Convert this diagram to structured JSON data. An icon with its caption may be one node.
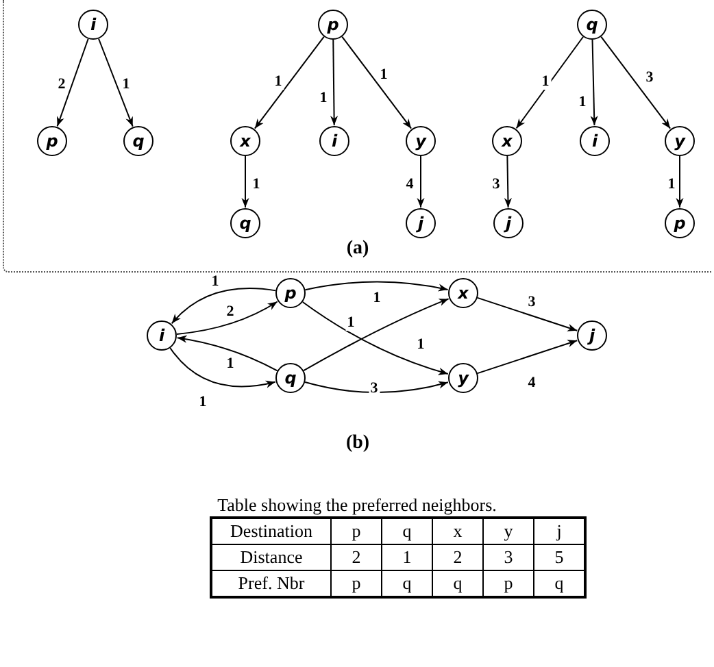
{
  "diagram": {
    "nodes": [
      {
        "text": [
          "i"
        ]
      },
      {
        "text": [
          "p"
        ]
      },
      {
        "text": [
          "q"
        ]
      },
      {
        "text": [
          "p"
        ]
      },
      {
        "text": [
          "x"
        ]
      },
      {
        "text": [
          "i"
        ]
      },
      {
        "text": [
          "y"
        ]
      },
      {
        "text": [
          "q"
        ]
      },
      {
        "text": [
          "j"
        ]
      },
      {
        "text": [
          "q"
        ]
      },
      {
        "text": [
          "x"
        ]
      },
      {
        "text": [
          "i"
        ]
      },
      {
        "text": [
          "y"
        ]
      },
      {
        "text": [
          "j"
        ]
      },
      {
        "text": [
          "p"
        ]
      },
      {
        "text": [
          "i"
        ]
      },
      {
        "text": [
          "p"
        ]
      },
      {
        "text": [
          "q"
        ]
      },
      {
        "text": [
          "x"
        ]
      },
      {
        "text": [
          "y"
        ]
      },
      {
        "text": [
          "j"
        ]
      }
    ],
    "edges": [
      {
        "from": 0,
        "to": 1,
        "arrow": "to",
        "label": "2"
      },
      {
        "from": 0,
        "to": 2,
        "arrow": "to",
        "label": "1"
      },
      {
        "from": 3,
        "to": 4,
        "arrow": "to",
        "label": "1"
      },
      {
        "from": 3,
        "to": 5,
        "arrow": "to",
        "label": "1"
      },
      {
        "from": 3,
        "to": 6,
        "arrow": "to",
        "label": "1"
      },
      {
        "from": 4,
        "to": 7,
        "arrow": "to",
        "label": "1"
      },
      {
        "from": 6,
        "to": 8,
        "arrow": "to",
        "label": "4"
      },
      {
        "from": 9,
        "to": 10,
        "arrow": "to",
        "label": "1"
      },
      {
        "from": 9,
        "to": 11,
        "arrow": "to",
        "label": "1"
      },
      {
        "from": 9,
        "to": 12,
        "arrow": "to",
        "label": "3"
      },
      {
        "from": 10,
        "to": 13,
        "arrow": "to",
        "label": "3"
      },
      {
        "from": 12,
        "to": 14,
        "arrow": "to",
        "label": "1"
      },
      {
        "from": 16,
        "to": 15,
        "arrow": "to",
        "label": "1"
      },
      {
        "from": 15,
        "to": 16,
        "arrow": "to",
        "label": "2"
      },
      {
        "from": 17,
        "to": 15,
        "arrow": "to",
        "label": "1"
      },
      {
        "from": 15,
        "to": 17,
        "arrow": "to",
        "label": "1"
      },
      {
        "from": 16,
        "to": 18,
        "arrow": "to",
        "label": "1"
      },
      {
        "from": 16,
        "to": 19,
        "arrow": "to",
        "label": "1"
      },
      {
        "from": 17,
        "to": 18,
        "arrow": "to",
        "label": "1"
      },
      {
        "from": 17,
        "to": 19,
        "arrow": "to",
        "label": "3"
      },
      {
        "from": 18,
        "to": 20,
        "arrow": "to",
        "label": "3"
      },
      {
        "from": 19,
        "to": 20,
        "arrow": "to",
        "label": "4"
      }
    ],
    "labels": [
      "(a)",
      "(b)",
      "Table showing the preferred neighbors.",
      "Destination",
      "p",
      "q",
      "x",
      "y",
      "j",
      "Distance",
      "2",
      "1",
      "2",
      "3",
      "5",
      "Pref. Nbr",
      "p",
      "q",
      "q",
      "p",
      "q"
    ]
  }
}
